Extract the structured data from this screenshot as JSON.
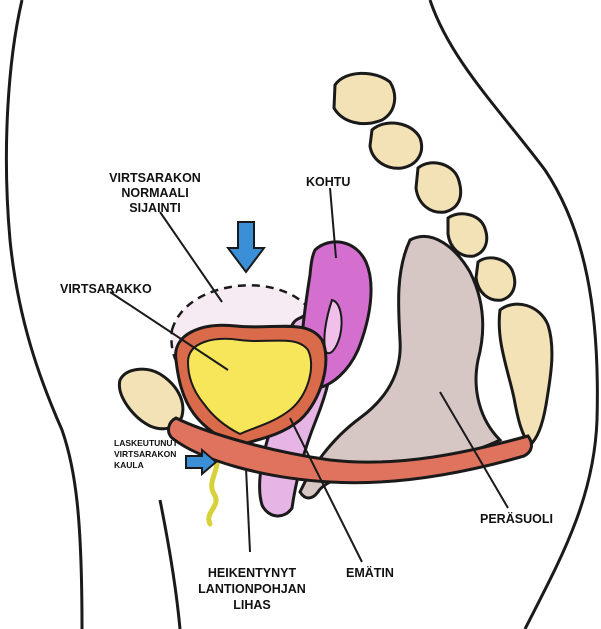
{
  "labels": {
    "normal_position": [
      "VIRTSARAKON",
      "NORMAALI",
      "SIJAINTI"
    ],
    "uterus": "KOHTU",
    "bladder": "VIRTSARAKKO",
    "descended_neck": [
      "LASKEUTUNUT",
      "VIRTSARAKON",
      "KAULA"
    ],
    "weakened_muscle": [
      "HEIKENTYNYT",
      "LANTIONPOHJAN",
      "LIHAS"
    ],
    "vagina": "EMÄTIN",
    "rectum": "PERÄSUOLI"
  },
  "colors": {
    "outline": "#1a1a1a",
    "bladder_fill": "#f7e65a",
    "bladder_rim": "#d96a4a",
    "normal_position_fill": "#efdbe8",
    "uterus_fill": "#d56fcf",
    "vagina_fill": "#e7b4e6",
    "rectum_fill": "#d6c7c4",
    "muscle_fill": "#e0735e",
    "bone_fill": "#f3e2b6",
    "arrow_fill": "#3a8fd6",
    "urethra_fill": "#d8d23a"
  },
  "icons": {
    "down_arrow": "down-arrow-icon",
    "right_arrow": "right-arrow-icon"
  }
}
